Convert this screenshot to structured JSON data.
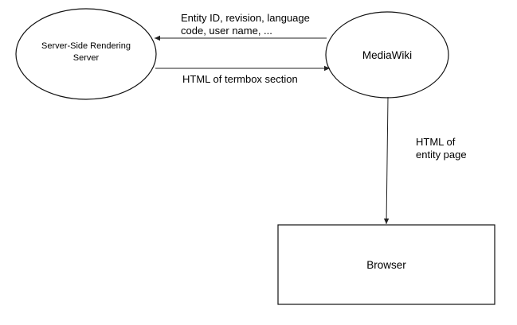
{
  "nodes": {
    "ssr_server": {
      "label_line1": "Server-Side Rendering",
      "label_line2": "Server"
    },
    "mediawiki": {
      "label": "MediaWiki"
    },
    "browser": {
      "label": "Browser"
    }
  },
  "edges": {
    "request": {
      "label_line1": "Entity ID, revision, language",
      "label_line2": "code, user name, ..."
    },
    "response": {
      "label": "HTML of termbox section"
    },
    "page": {
      "label_line1": "HTML of",
      "label_line2": "entity page"
    }
  }
}
